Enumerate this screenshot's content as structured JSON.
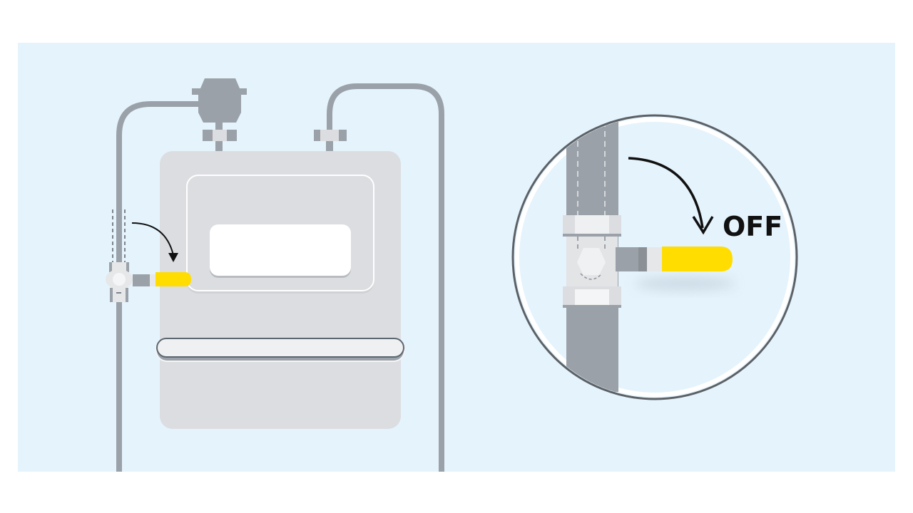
{
  "illustration": {
    "subject": "gas meter with shutoff valve",
    "callout_label": "OFF",
    "colors": {
      "background_panel": "#e5f3fc",
      "page": "#ffffff",
      "pipe": "#9aa1a8",
      "meter_body": "#dcdde0",
      "meter_window": "#ffffff",
      "valve_handle": "#ffdd00",
      "valve_body": "#e6e7e9",
      "arrow": "#111111",
      "circle_outline": "#5c6166"
    },
    "elements": [
      "inlet-pipe",
      "regulator",
      "gas-meter",
      "meter-display-window",
      "meter-label-bar",
      "outlet-pipe",
      "shutoff-valve",
      "rotation-arrow",
      "zoom-callout-circle"
    ]
  }
}
